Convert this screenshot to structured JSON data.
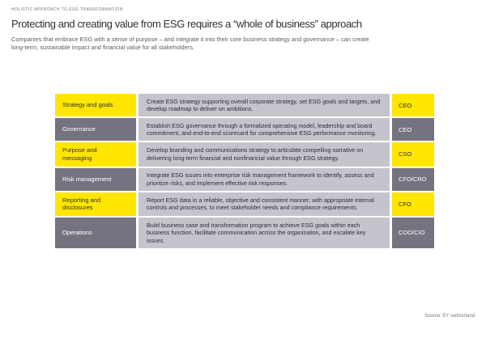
{
  "header": {
    "eyebrow": "HOLISTIC APPROACH TO ESG TRANSFORMATION",
    "title": "Protecting and creating value from ESG requires a “whole of business” approach",
    "subtitle": "Companies that embrace ESG with a sense of purpose – and integrate it into their core business strategy and governance – can create\nlong-term, sustainable impact and financial value for all stakeholders."
  },
  "table": {
    "rows": [
      {
        "label": "Strategy and goals",
        "description": "Create ESG strategy supporting overall corporate strategy, set ESG goals and targets, and develop roadmap to deliver on ambitions.",
        "owner": "CEO",
        "variant": "yellow"
      },
      {
        "label": "Governance",
        "description": "Establish ESG governance through a formalized operating model, leadership and board commitment, and end-to-end scorecard for comprehensive ESG performance monitoring.",
        "owner": "CEO",
        "variant": "gray"
      },
      {
        "label": "Purpose and messaging",
        "description": "Develop branding and communications strategy to articulate compelling narrative on delivering long-term financial and nonfinancial value through ESG strategy.",
        "owner": "CSO",
        "variant": "yellow"
      },
      {
        "label": "Risk management",
        "description": "Integrate ESG issues into enterprise risk management framework to identify, assess and prioritize risks, and implement effective risk responses.",
        "owner": "CFO/CRO",
        "variant": "gray"
      },
      {
        "label": "Reporting and disclosures",
        "description": "Report ESG data in a reliable, objective and consistent manner, with appropriate internal controls and processes, to meet stakeholder needs and compliance requirements.",
        "owner": "CFO",
        "variant": "yellow"
      },
      {
        "label": "Operations",
        "description": "Build business case and transformation program to achieve ESG goals within each business function, facilitate communication across the organization, and escalate key issues.",
        "owner": "COO/CIO",
        "variant": "gray"
      }
    ]
  },
  "footer": {
    "source": "Source: EY switzerland"
  },
  "colors": {
    "yellow": "#ffe600",
    "dark_gray": "#747480",
    "light_gray": "#c4c4cd",
    "text_dark": "#2e2e38",
    "text_sub": "#5a5a66",
    "text_muted": "#747480",
    "white": "#ffffff"
  }
}
